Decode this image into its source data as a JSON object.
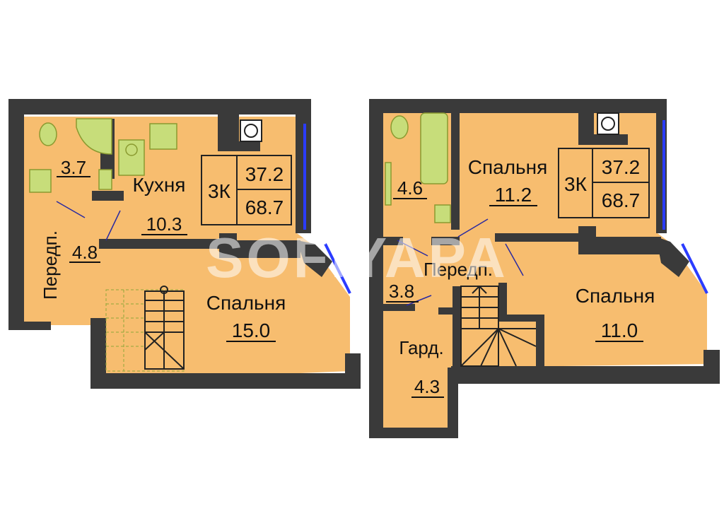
{
  "watermark": "SOFIYAPA",
  "colors": {
    "floor": "#f7bd6f",
    "wall": "#3a3a3a",
    "wall_light": "#6a6a6a",
    "window": "#2b3cff",
    "door_line": "#2a2aa0",
    "fixture": "#c7dd7a",
    "stair": "#222222",
    "stair_ghost": "#8fa63a",
    "watermark": "#ffffff"
  },
  "floors": [
    {
      "summary": {
        "rooms": "3К",
        "living_area": "37.2",
        "total_area": "68.7"
      },
      "rooms": [
        {
          "name": "",
          "area": "3.7"
        },
        {
          "name": "Кухня",
          "area": "10.3"
        },
        {
          "name": "Передп.",
          "area": "4.8"
        },
        {
          "name": "Спальня",
          "area": "15.0"
        }
      ]
    },
    {
      "summary": {
        "rooms": "3К",
        "living_area": "37.2",
        "total_area": "68.7"
      },
      "rooms": [
        {
          "name": "",
          "area": "4.6"
        },
        {
          "name": "Спальня",
          "area": "11.2"
        },
        {
          "name": "Передп.",
          "area": ""
        },
        {
          "name": "",
          "area": "3.8"
        },
        {
          "name": "Спальня",
          "area": "11.0"
        },
        {
          "name": "Гард.",
          "area": "4.3"
        }
      ]
    }
  ]
}
